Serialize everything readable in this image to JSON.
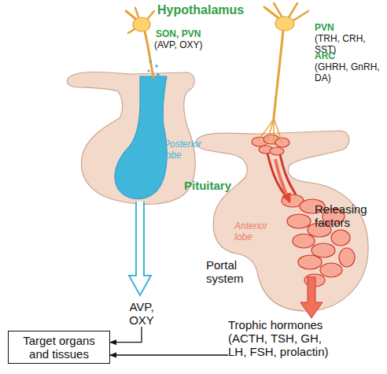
{
  "diagram": {
    "nodes": [
      {
        "text": [
          "AVP, OXY"
        ]
      },
      {
        "text": [
          "Trophic hormones (ACTH, TSH, GH, LH, FSH, prolactin)"
        ]
      },
      {
        "text": [
          "Target organs and tissues"
        ]
      }
    ],
    "edges": [
      {
        "from": 0,
        "to": 2,
        "arrow": "to"
      },
      {
        "from": 1,
        "to": 2,
        "arrow": "to"
      }
    ],
    "labels": [
      "Hypothalamus",
      "SON, PVN",
      "(AVP, OXY)",
      "PVN",
      "(TRH, CRH, SST)",
      "ARC",
      "(GHRH, GnRH, DA)",
      "Posterior lobe",
      "Pituitary",
      "Anterior lobe",
      "Releasing factors",
      "Portal system"
    ]
  }
}
